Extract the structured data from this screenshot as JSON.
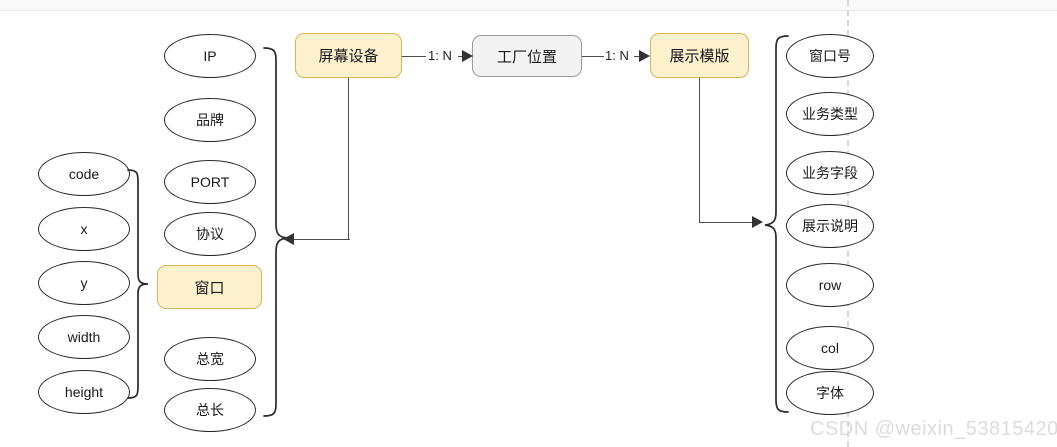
{
  "diagram": {
    "title": "screen-device-er-diagram",
    "colors": {
      "accent_fill": "#fcf0cd",
      "accent_border": "#d6b656",
      "neutral_fill": "#f3f3f3",
      "neutral_border": "#9a9a9a",
      "node_border": "#2a2a2a",
      "edge": "#4d4d4d",
      "text": "#18181f",
      "dashed_guide": "#d6d6d6",
      "watermark": "#dcdcdc"
    },
    "entities": [
      {
        "id": "screen_device",
        "label": "屏幕设备",
        "style": "accent"
      },
      {
        "id": "factory_location",
        "label": "工厂位置",
        "style": "neutral"
      },
      {
        "id": "display_template",
        "label": "展示模版",
        "style": "accent"
      },
      {
        "id": "window",
        "label": "窗口",
        "style": "accent"
      }
    ],
    "edge_labels": [
      {
        "id": "rel-1",
        "text": "1: N",
        "from": "screen_device",
        "to": "factory_location"
      },
      {
        "id": "rel-2",
        "text": "1: N",
        "from": "factory_location",
        "to": "display_template"
      }
    ],
    "attribute_groups": [
      {
        "id": "window_attrs",
        "owner": "window",
        "items": [
          {
            "label": "code"
          },
          {
            "label": "x"
          },
          {
            "label": "y"
          },
          {
            "label": "width"
          },
          {
            "label": "height"
          }
        ]
      },
      {
        "id": "screen_device_attrs",
        "owner": "screen_device",
        "items": [
          {
            "label": "IP"
          },
          {
            "label": "品牌"
          },
          {
            "label": "PORT"
          },
          {
            "label": "协议"
          },
          {
            "label": "窗口",
            "style": "accent"
          },
          {
            "label": "总宽"
          },
          {
            "label": "总长"
          }
        ]
      },
      {
        "id": "display_template_attrs",
        "owner": "display_template",
        "items": [
          {
            "label": "窗口号"
          },
          {
            "label": "业务类型"
          },
          {
            "label": "业务字段"
          },
          {
            "label": "展示说明"
          },
          {
            "label": "row"
          },
          {
            "label": "col"
          },
          {
            "label": "字体"
          }
        ]
      }
    ],
    "watermark": "CSDN @weixin_53815420"
  }
}
